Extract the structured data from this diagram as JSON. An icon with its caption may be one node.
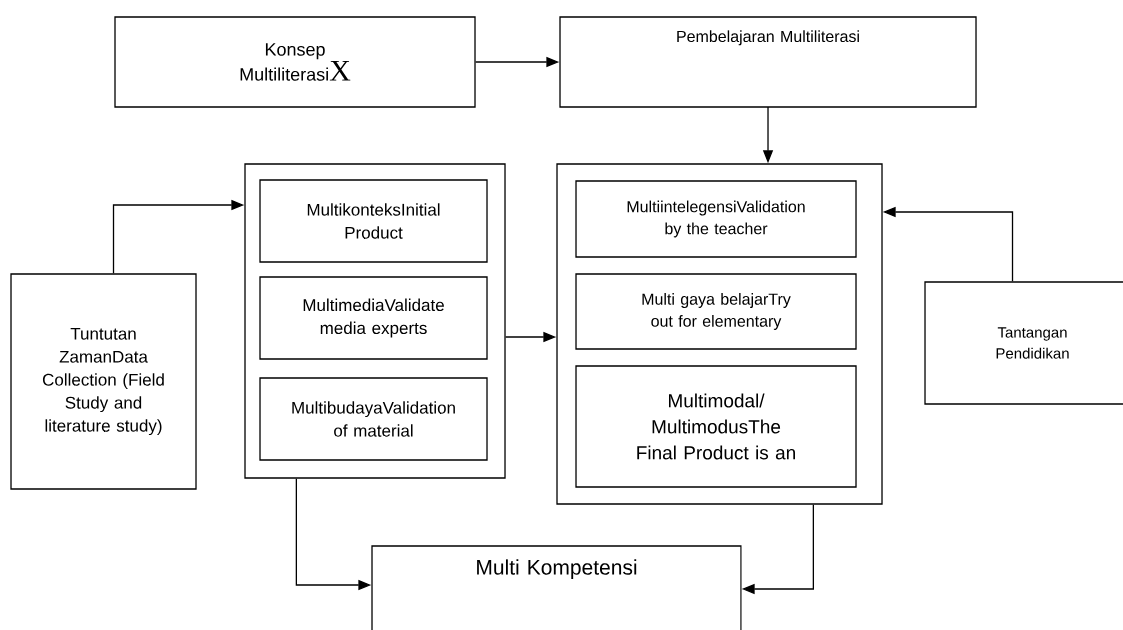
{
  "diagram": {
    "nodes": [
      {
        "text": [
          "Konsep Multiliterasi",
          "X"
        ]
      },
      {
        "text": [
          "Pembelajaran Multiliterasi"
        ]
      },
      {
        "text": [],
        "shape": "box"
      },
      {
        "text": [
          "MultikonteksInitial Product"
        ],
        "in": 2
      },
      {
        "text": [
          "MultimediaValidate media experts"
        ],
        "in": 2
      },
      {
        "text": [
          "MultibudayaValidation of material"
        ],
        "in": 2
      },
      {
        "text": [],
        "shape": "box"
      },
      {
        "text": [
          "MultiintelegensiValidation by the teacher"
        ],
        "in": 6
      },
      {
        "text": [
          "Multi gaya belajarTry out for elementary"
        ],
        "in": 6
      },
      {
        "text": [
          "Multimodal/ MultimodusThe Final Product is an"
        ],
        "in": 6
      },
      {
        "text": [
          "Tuntutan ZamanData Collection (Field Study and literature study)"
        ]
      },
      {
        "text": [
          "Tantangan Pendidikan"
        ]
      },
      {
        "text": [
          "Multi Kompetensi"
        ]
      }
    ],
    "edges": [
      {
        "from": 0,
        "to": 1,
        "arrow": "to"
      },
      {
        "from": 1,
        "to": 6,
        "arrow": "to"
      },
      {
        "from": 10,
        "to": 2,
        "arrow": "to"
      },
      {
        "from": 2,
        "to": 6,
        "arrow": "to"
      },
      {
        "from": 11,
        "to": 6,
        "arrow": "to"
      },
      {
        "from": 2,
        "to": 12,
        "arrow": "to"
      },
      {
        "from": 6,
        "to": 12,
        "arrow": "to"
      }
    ]
  }
}
